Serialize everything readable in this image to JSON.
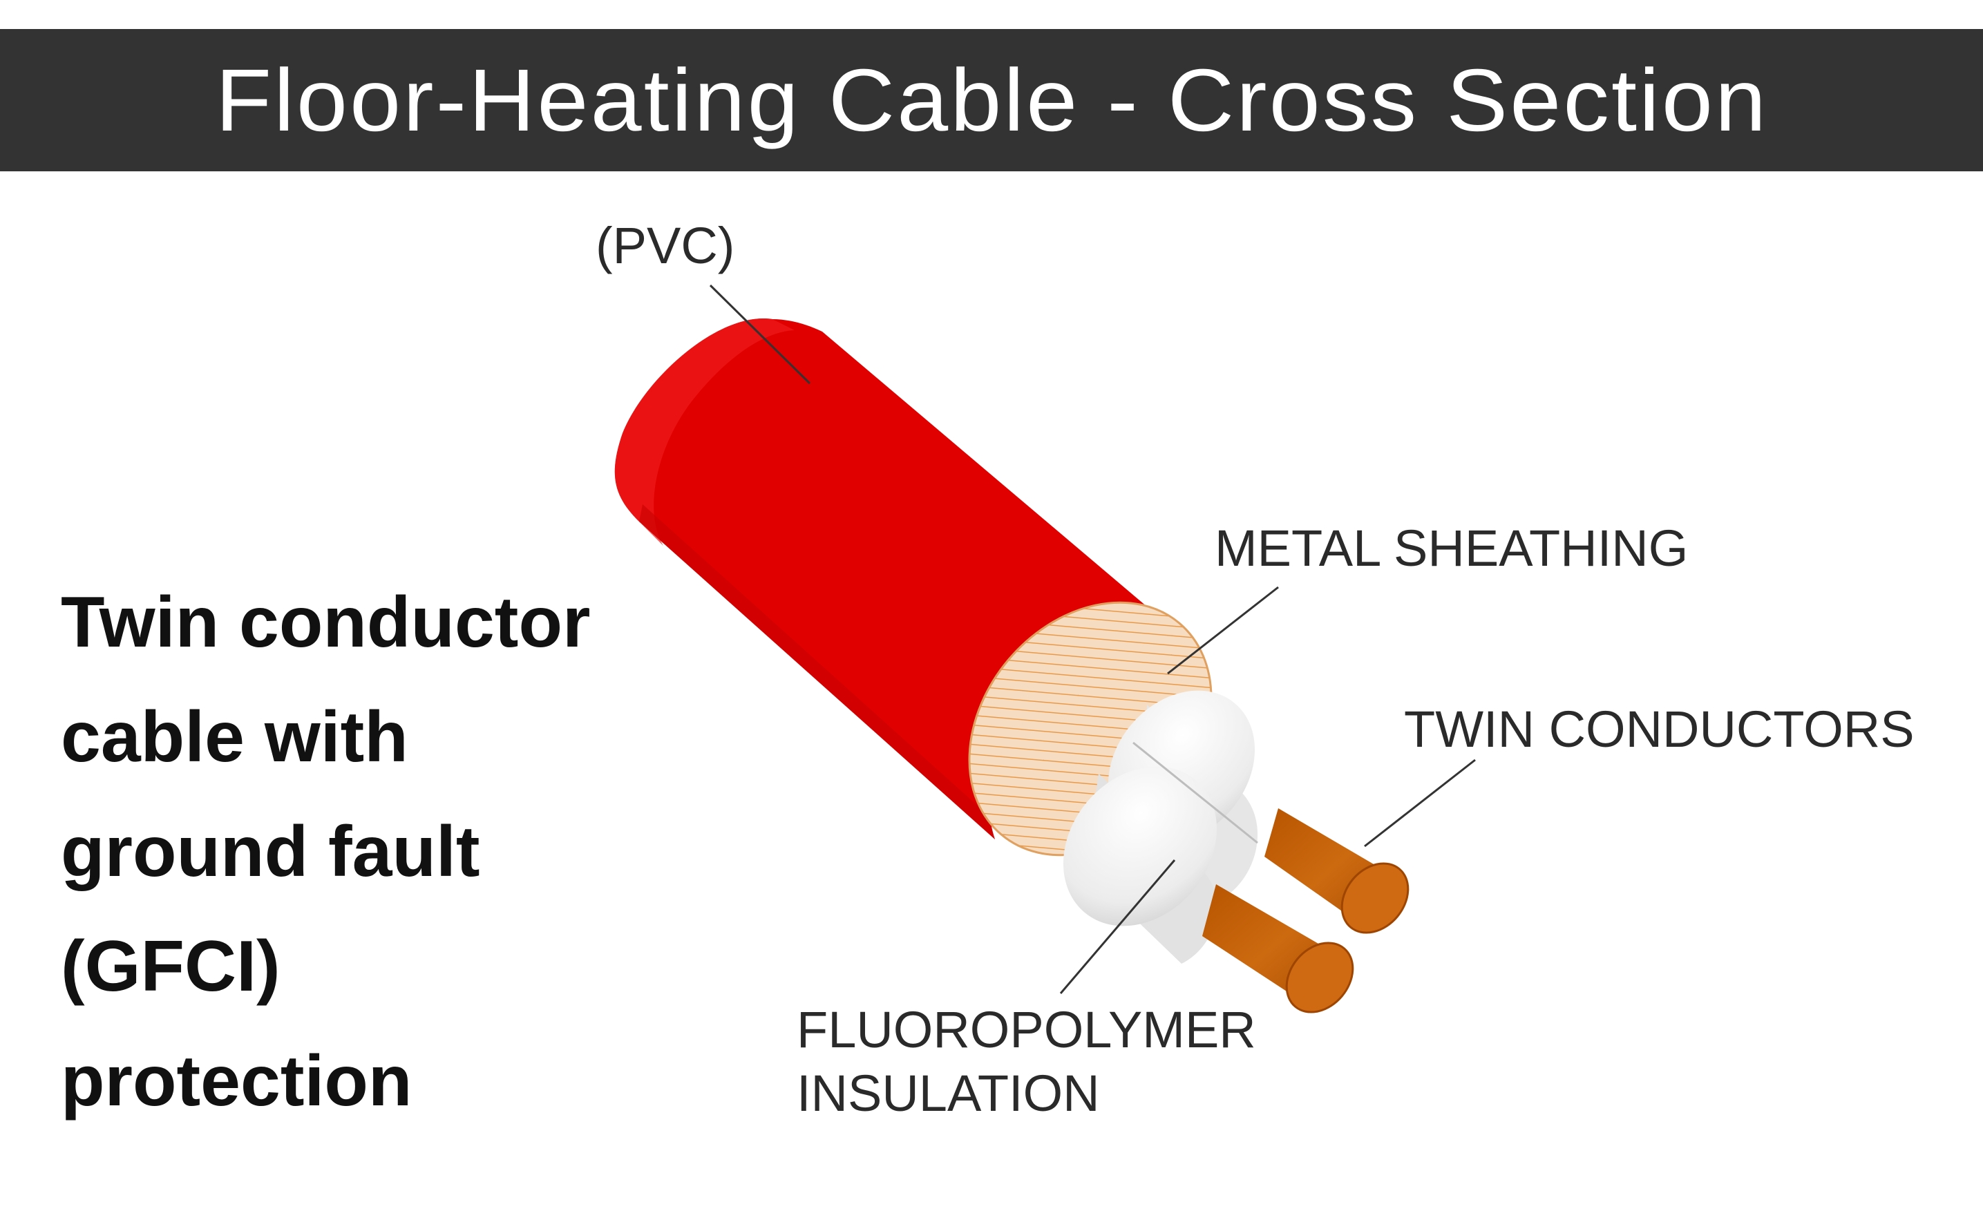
{
  "title": "Floor-Heating Cable - Cross Section",
  "description_lines": [
    "Twin conductor",
    "cable with",
    "ground fault",
    "(GFCI)",
    "protection"
  ],
  "callouts": {
    "pvc": "(PVC)",
    "metal_sheathing": "METAL SHEATHING",
    "twin_conductors": "TWIN CONDUCTORS",
    "insulation_line1": "FLUOROPOLYMER",
    "insulation_line2": "INSULATION"
  },
  "colors": {
    "title_bar": "#333333",
    "pvc_jacket": "#e00000",
    "metal_sheathing": "#f2c89a",
    "insulation": "#eeeeee",
    "conductor": "#c8620a"
  }
}
